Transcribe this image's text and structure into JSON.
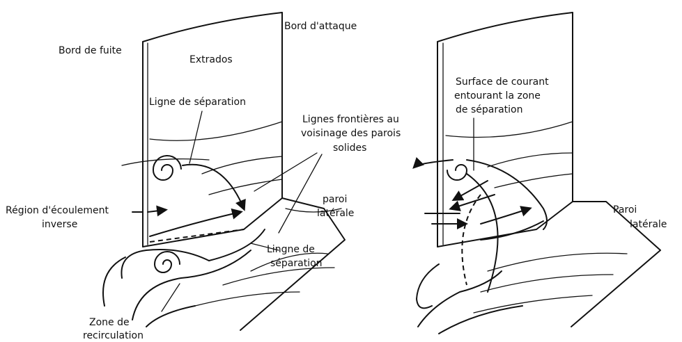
{
  "left_panel": {
    "leading_edge": "Bord d'attaque",
    "trailing_edge": "Bord de fuite",
    "suction_side": "Extrados",
    "separation_line": "Ligne de séparation",
    "boundary_lines": [
      "Lignes frontières au",
      "voisinage des parois",
      "solides"
    ],
    "side_wall": [
      "paroi",
      "latérale"
    ],
    "reverse_flow": [
      "Région d'écoulement",
      "inverse"
    ],
    "separation_line_2": [
      "Lingne de",
      "séparation"
    ],
    "recirculation": [
      "Zone de",
      "recirculation"
    ]
  },
  "right_panel": {
    "stream_surface": [
      "Surface de courant",
      "entourant la zone",
      "de séparation"
    ],
    "side_wall": [
      "Paroi",
      "latérale"
    ]
  },
  "colors": {
    "ink": "#111111",
    "background": "#ffffff"
  }
}
